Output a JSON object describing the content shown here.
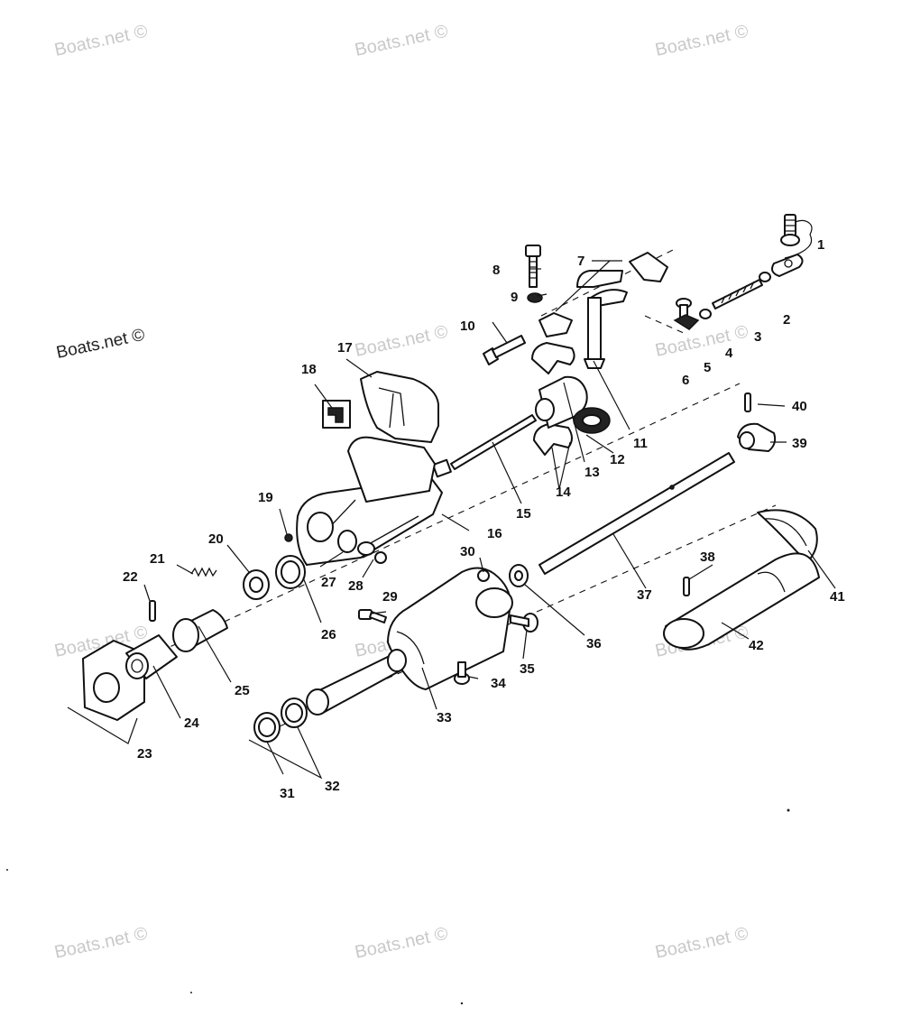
{
  "watermark": {
    "text": "Boats.net ©"
  },
  "callouts": [
    "1",
    "2",
    "3",
    "4",
    "5",
    "6",
    "7",
    "8",
    "9",
    "10",
    "11",
    "12",
    "13",
    "14",
    "15",
    "16",
    "17",
    "18",
    "19",
    "20",
    "21",
    "22",
    "23",
    "24",
    "25",
    "26",
    "27",
    "28",
    "29",
    "30",
    "31",
    "32",
    "33",
    "34",
    "35",
    "36",
    "37",
    "38",
    "39",
    "40",
    "41",
    "42"
  ]
}
